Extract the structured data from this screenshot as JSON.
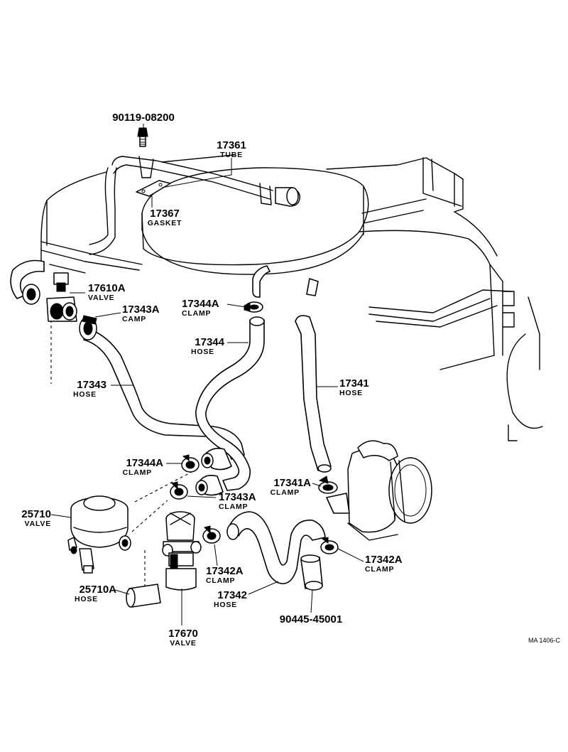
{
  "parts": [
    {
      "id": "p90119",
      "number": "90119-08200",
      "name": ""
    },
    {
      "id": "p17361",
      "number": "17361",
      "name": "TUBE"
    },
    {
      "id": "p17367",
      "number": "17367",
      "name": "GASKET"
    },
    {
      "id": "p17610A",
      "number": "17610A",
      "name": "VALVE"
    },
    {
      "id": "p17343A_top",
      "number": "17343A",
      "name": "CAMP"
    },
    {
      "id": "p17344A_top",
      "number": "17344A",
      "name": "CLAMP"
    },
    {
      "id": "p17344",
      "number": "17344",
      "name": "HOSE"
    },
    {
      "id": "p17343",
      "number": "17343",
      "name": "HOSE"
    },
    {
      "id": "p17341",
      "number": "17341",
      "name": "HOSE"
    },
    {
      "id": "p17344A_low",
      "number": "17344A",
      "name": "CLAMP"
    },
    {
      "id": "p17341A",
      "number": "17341A",
      "name": "CLAMP"
    },
    {
      "id": "p17343A_low",
      "number": "17343A",
      "name": "CLAMP"
    },
    {
      "id": "p25710",
      "number": "25710",
      "name": "VALVE"
    },
    {
      "id": "p17342A_right",
      "number": "17342A",
      "name": "CLAMP"
    },
    {
      "id": "p17342A_mid",
      "number": "17342A",
      "name": "CLAMP"
    },
    {
      "id": "p25710A",
      "number": "25710A",
      "name": "HOSE"
    },
    {
      "id": "p17342",
      "number": "17342",
      "name": "HOSE"
    },
    {
      "id": "p90445",
      "number": "90445-45001",
      "name": ""
    },
    {
      "id": "p17670",
      "number": "17670",
      "name": "VALVE"
    }
  ],
  "figure_code": "MA 1406-C"
}
